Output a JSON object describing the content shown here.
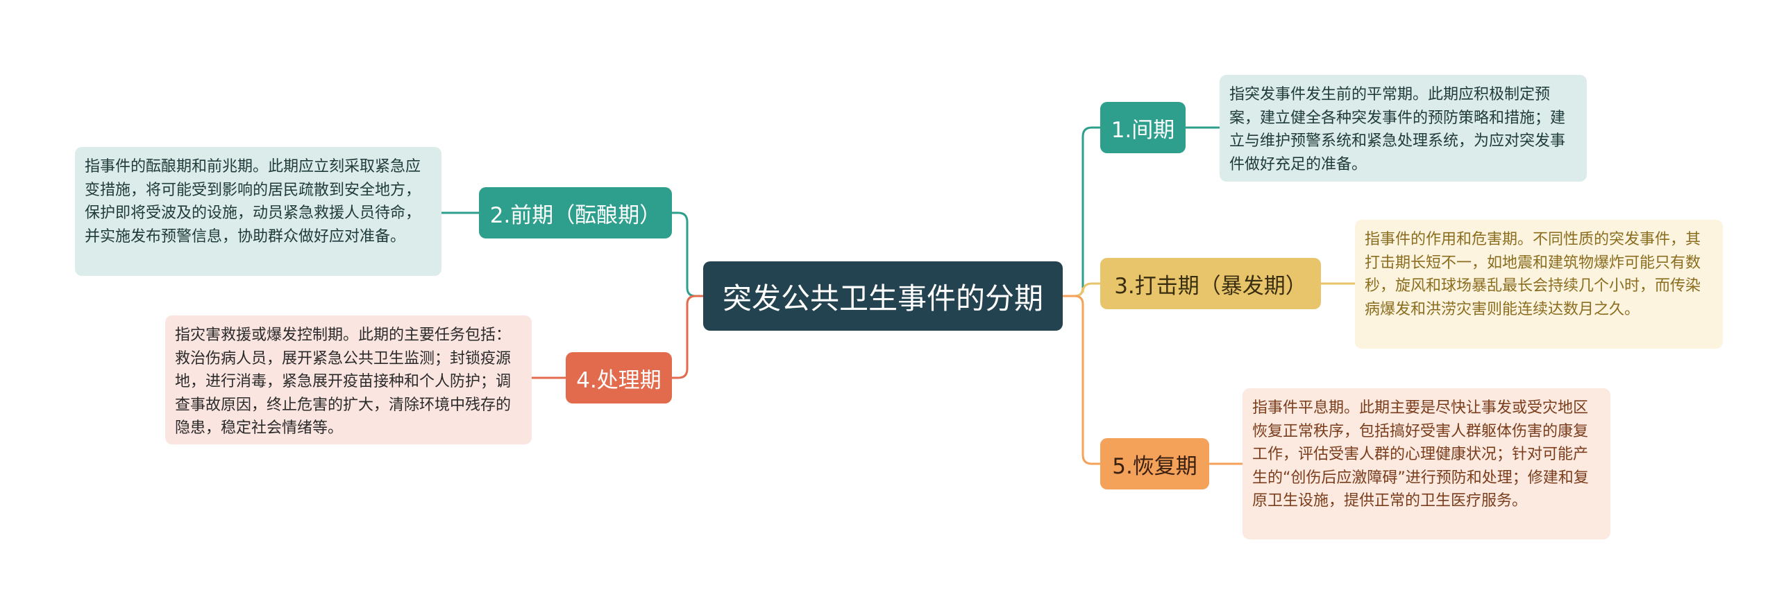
{
  "colors": {
    "central": "#244351",
    "teal": "#2e9e8d",
    "yellow": "#e8c56a",
    "red": "#e26b4e",
    "orange": "#f4a15a"
  },
  "central": {
    "label": "突发公共卫生事件的分期"
  },
  "branches": [
    {
      "id": "1",
      "label": "1.间期",
      "note": "指突发事件发生前的平常期。此期应积极制定预案，建立健全各种突发事件的预防策略和措施；建立与维护预警系统和紧急处理系统，为应对突发事件做好充足的准备。"
    },
    {
      "id": "2",
      "label": "2.前期（酝酿期）",
      "note": "指事件的酝酿期和前兆期。此期应立刻采取紧急应变措施，将可能受到影响的居民疏散到安全地方，保护即将受波及的设施，动员紧急救援人员待命，并实施发布预警信息，协助群众做好应对准备。"
    },
    {
      "id": "3",
      "label": "3.打击期（暴发期）",
      "note": "指事件的作用和危害期。不同性质的突发事件，其打击期长短不一，如地震和建筑物爆炸可能只有数秒，旋风和球场暴乱最长会持续几个小时，而传染病爆发和洪涝灾害则能连续达数月之久。"
    },
    {
      "id": "4",
      "label": "4.处理期",
      "note": "指灾害救援或爆发控制期。此期的主要任务包括：救治伤病人员，展开紧急公共卫生监测；封锁疫源地，进行消毒，紧急展开疫苗接种和个人防护；调查事故原因，终止危害的扩大，清除环境中残存的隐患，稳定社会情绪等。"
    },
    {
      "id": "5",
      "label": "5.恢复期",
      "note": "指事件平息期。此期主要是尽快让事发或受灾地区恢复正常秩序，包括搞好受害人群躯体伤害的康复工作，评估受害人群的心理健康状况；针对可能产生的“创伤后应激障碍”进行预防和处理；修建和复原卫生设施，提供正常的卫生医疗服务。"
    }
  ]
}
